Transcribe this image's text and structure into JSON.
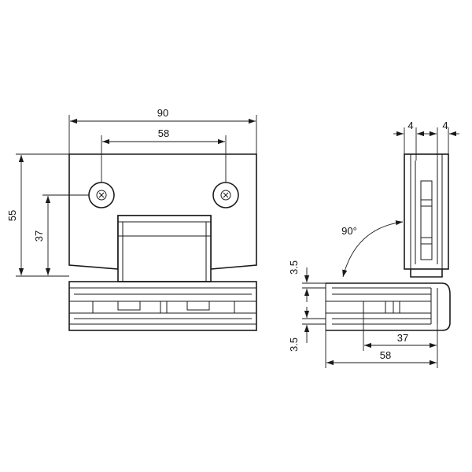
{
  "front_view": {
    "width_label": "90",
    "hole_spacing_label": "58",
    "height_label": "55",
    "hole_height_label": "37"
  },
  "side_view": {
    "glass_left_label": "4",
    "glass_right_label": "4",
    "angle_label": "90°",
    "top_gap_label": "3.5",
    "bottom_gap_label": "3.5",
    "inner_length_label": "37",
    "outer_length_label": "58"
  }
}
